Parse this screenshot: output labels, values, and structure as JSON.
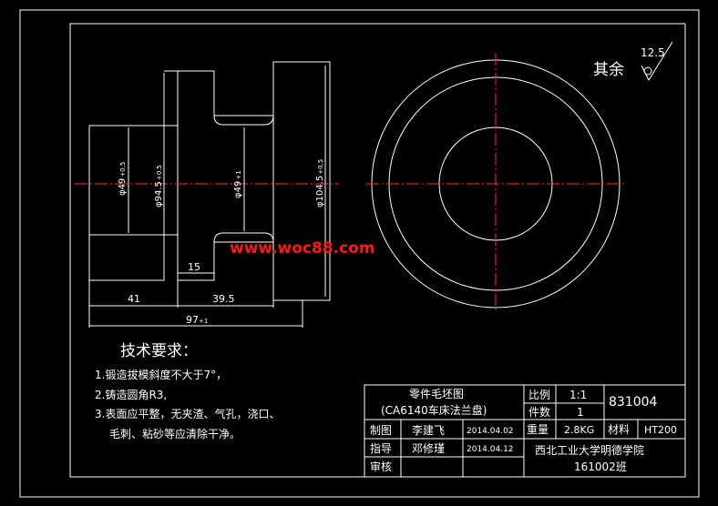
{
  "surface_roughness": {
    "prefix": "其余",
    "value": "12.5"
  },
  "watermark": "www.woc88.com",
  "dimensions": {
    "dia_49_left": "φ49",
    "dia_49_left_tol": "+0.5",
    "dia_94_5": "φ94.5",
    "dia_94_5_tol": "+0.5",
    "dia_49_right": "φ49",
    "dia_49_right_tol": "+1",
    "dia_104_5": "φ104.5",
    "dia_104_5_tol": "+0.5",
    "len_15": "15",
    "len_41": "41",
    "len_39_5": "39.5",
    "len_97": "97",
    "len_97_tol": "+1"
  },
  "tech_requirements": {
    "title": "技术要求：",
    "items": [
      "1.锻造拔模斜度不大于7°，",
      "2.铸造圆角R3,",
      "3.表面应平整，无夹渣、气孔，浇口、",
      "毛刺、粘砂等应清除干净。"
    ]
  },
  "title_block": {
    "part_title": "零件毛坯图",
    "part_subtitle": "(CA6140车床法兰盘)",
    "scale_label": "比例",
    "scale_value": "1:1",
    "qty_label": "件数",
    "qty_value": "1",
    "drawing_no": "831004",
    "drawn_label": "制图",
    "drawn_name": "李建飞",
    "drawn_date": "2014.04.02",
    "guide_label": "指导",
    "guide_name": "邓修瑾",
    "guide_date": "2014.04.12",
    "check_label": "审核",
    "weight_label": "重量",
    "weight_value": "2.8KG",
    "material_label": "材料",
    "material_value": "HT200",
    "school": "西北工业大学明德学院",
    "class_no": "161002班"
  }
}
